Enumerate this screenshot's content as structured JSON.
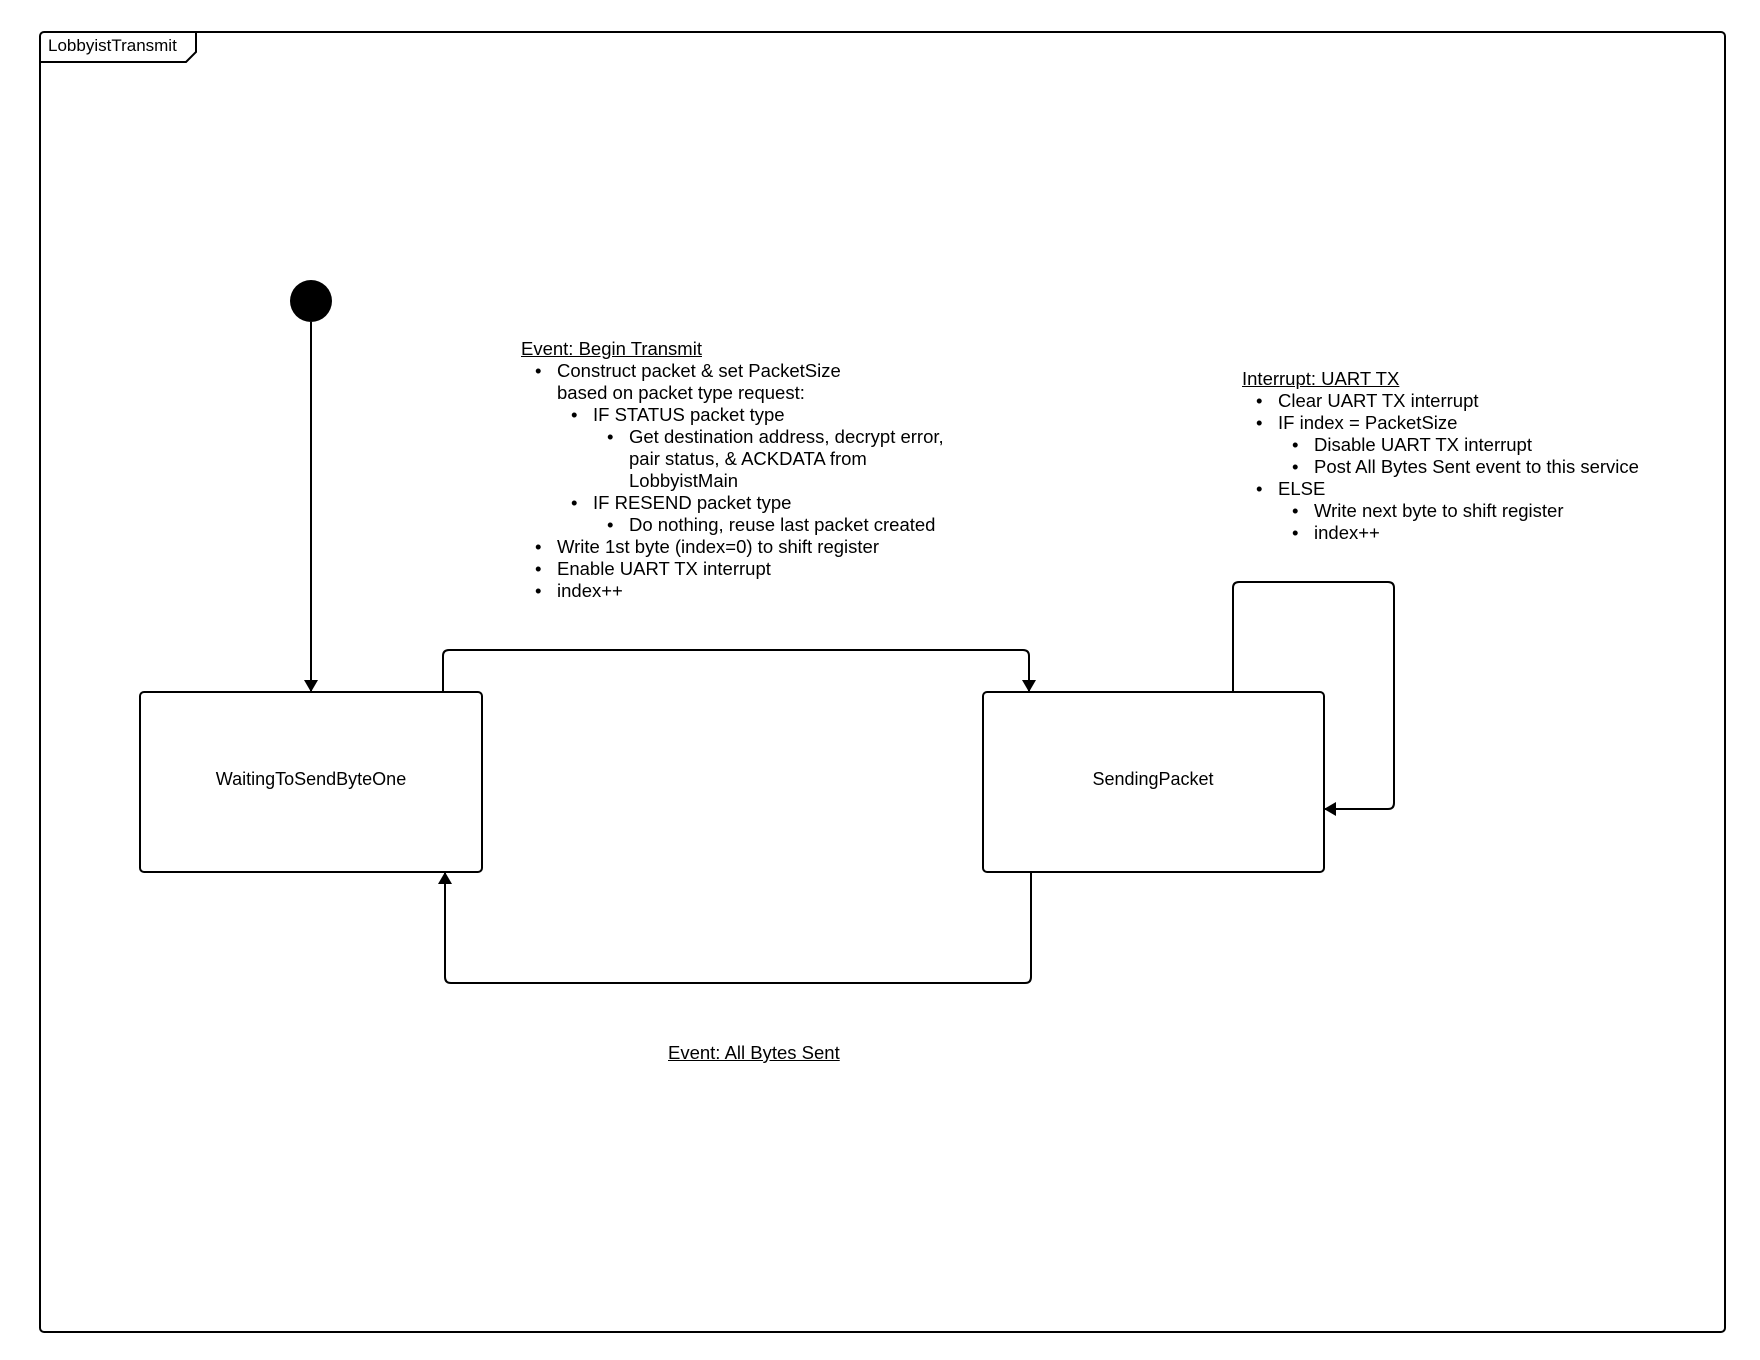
{
  "frame": {
    "title": "LobbyistTransmit"
  },
  "states": {
    "waiting": {
      "label": "WaitingToSendByteOne"
    },
    "sending": {
      "label": "SendingPacket"
    }
  },
  "notes": {
    "begin_transmit": {
      "heading": "Event: Begin Transmit",
      "construct": "Construct packet & set PacketSize based on packet type request:",
      "if_status": "IF STATUS packet type",
      "get_destination": "Get destination address, decrypt error, pair status, & ACKDATA from LobbyistMain",
      "if_resend": "IF RESEND packet type",
      "do_nothing": "Do nothing, reuse last packet created",
      "write_first": "Write 1st byte (index=0) to shift register",
      "enable_interrupt": "Enable UART TX interrupt",
      "increment": "index++"
    },
    "uart_tx": {
      "heading": "Interrupt: UART TX",
      "clear_interrupt": "Clear UART TX interrupt",
      "if_index": "IF index = PacketSize",
      "disable_interrupt": "Disable UART TX interrupt",
      "post_event": "Post All Bytes Sent event to this service",
      "else": "ELSE",
      "write_next": "Write next byte to shift register",
      "increment": "index++"
    },
    "all_bytes_sent": {
      "heading": "Event: All Bytes Sent"
    }
  }
}
